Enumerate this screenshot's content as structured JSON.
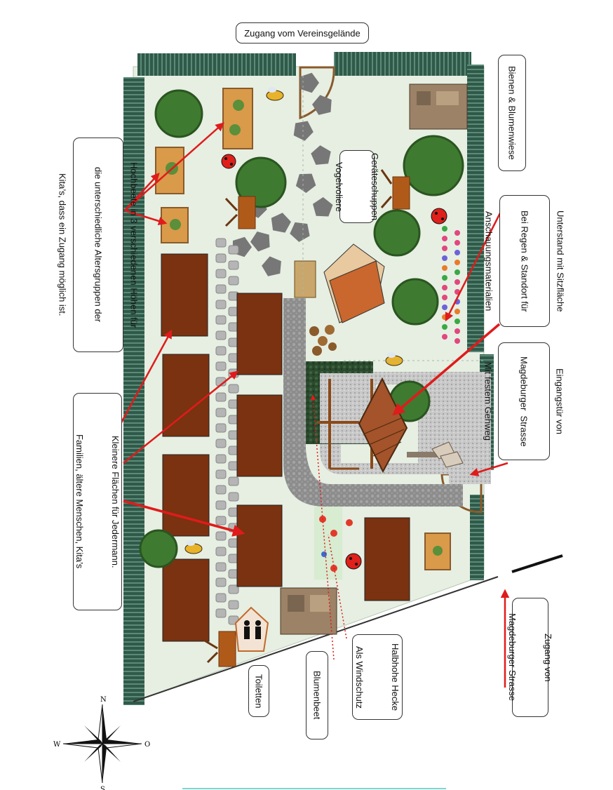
{
  "labels": {
    "top_access": "Zugang vom Vereinsgelände",
    "bees_meadow": "Bienen & Blumenwiese",
    "shelter": [
      "Unterstand mit Sitzfläche",
      "Bei Regen & Standort für",
      "Anschauungsmaterialien"
    ],
    "entrance_door": [
      "Eingangstür von",
      "Magdeburger  Strasse",
      "Mit festem Gehweg"
    ],
    "access_street": [
      "Zugang von",
      "Magdeburger Strasse"
    ],
    "hedge": [
      "Halbhohe Hecke",
      "Als Windschutz"
    ],
    "flower_bed": "Blumenbeet",
    "toilets": "Toiletten",
    "raised_beds": [
      "Hochbeete in 3 verschiedenen Höhen für",
      "die unterschiedliche Altersgruppen der",
      "Kita’s, dass ein Zugang möglich ist."
    ],
    "small_plots": [
      "Kleinere Flächen für Jedermann.",
      "Familien, ältere Menschen, Kita’s"
    ],
    "shed": [
      "Geräteschuppen",
      "Vogelvoliere"
    ]
  },
  "compass": {
    "n": "N",
    "s": "S",
    "w": "W",
    "o": "O"
  },
  "colors": {
    "lawn": "#e6efe2",
    "fence": "#2f5a4a",
    "plot": "#7a3210",
    "paving": "#7c7c7c",
    "gravel": "#bdbdbd",
    "hedge": "#2c4a2e",
    "arrow": "#e01b1b",
    "tree": "#3f7a31",
    "wood": "#c77a2e"
  }
}
